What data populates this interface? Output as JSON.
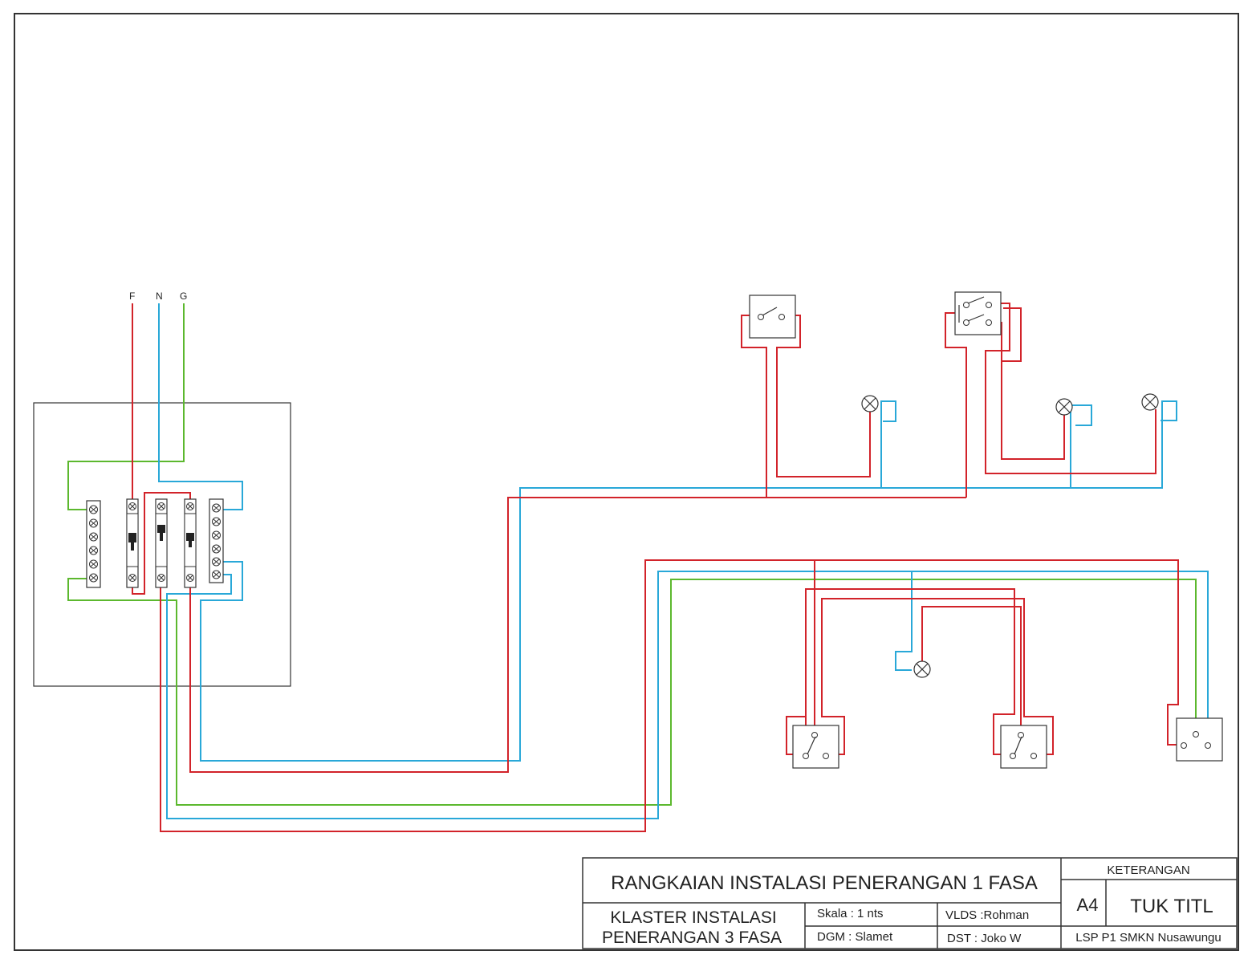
{
  "supply_labels": {
    "phase": "F",
    "neutral": "N",
    "ground": "G"
  },
  "title_block": {
    "title": "RANGKAIAN INSTALASI PENERANGAN 1 FASA",
    "cluster_line1": "KLASTER INSTALASI",
    "cluster_line2": "PENERANGAN 3 FASA",
    "scale": "Skala : 1 nts",
    "dgm": "DGM : Slamet",
    "vlds": "VLDS :Rohman",
    "dst": "DST   : Joko W",
    "remarks_header": "KETERANGAN",
    "paper_size": "A4",
    "org": "TUK TITL",
    "institution": "LSP P1 SMKN Nusawungu"
  },
  "colors": {
    "phase": "#d2232a",
    "neutral": "#29a8d8",
    "ground": "#5cb82e",
    "outline": "#333333"
  }
}
